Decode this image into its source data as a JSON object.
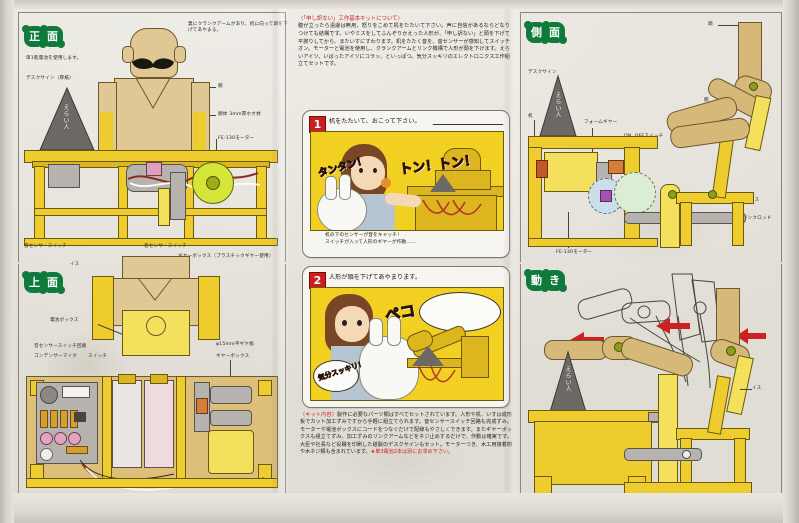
{
  "document": {
    "kind": "japanese-hobby-kit-instruction-sheet",
    "title": "「申し訳ない」工作基本キットについて"
  },
  "sections": {
    "front": {
      "badge": "正面",
      "chars": [
        "正",
        "面"
      ]
    },
    "top": {
      "badge": "上面",
      "chars": [
        "上",
        "面"
      ]
    },
    "side": {
      "badge": "側面",
      "chars": [
        "側",
        "面"
      ]
    },
    "motion": {
      "badge": "動き",
      "chars": [
        "動",
        "き"
      ]
    }
  },
  "intro": {
    "heading": "〈「申し訳ない」工作基本キットについて〉",
    "body": "腹が立ったら遠慮は無用、怒りをこめて机をたたいて下さい。声に自信があるならどなりつけても結構です。いやミスをしてふんぞりかえった人形が、「申し訳ない」と頭を下げて平謝りしてから、またいすにすわります。机をたたく音を、音センサーが感知してスイッチオン。モーターと電池を使用し、クランクアームとリンク機構で人形が頭を下げます。えらいアイツ、いばったアイツにコラッ、といっぱつ。気分スッキリのエレクトロニクス工作組立てセットです。"
  },
  "steps": [
    {
      "number": "1",
      "title": "机をたたいて、おこって下さい。",
      "caption": "机の下のセンサーが音をキャッチ！\nスイッチが入って人形のギヤーが作動……",
      "sfx": [
        "タンタン！",
        "トン！トン！"
      ]
    },
    {
      "number": "2",
      "title": "人形が頭を下げてあやまります。",
      "caption": "",
      "sfx": [
        "ペコ",
        "気分スッキリ！"
      ],
      "bubble_text": ""
    }
  ],
  "kit_note": {
    "tag": "〔キット内容〕",
    "body": "製作に必要なパーツ類はすべてセットされています。人形や机、いすは成形板でカット加工ずみですから手軽に組立てられます。音センサースイッチ回路も完成ずみ。モーターや電池ボックスにコードをつなぐだけで配線もやさしくできます。またギヤーボックスも組立てずみ。加工ずみのリンクアームなどをネジ止めするだけで、作動は確実です。大臣や社長など役職を印刷した紙製のデスクサインもセット。モーターつき、木工用接着剤や木ネジ類も含まれています。",
    "warning": "★単3電池2本は別にお求め下さい。"
  },
  "labels": {
    "front": [
      "単1乾電池を使用します。",
      "デスクサイン（厚紙）",
      "裏にクランクアームがあり、机に向って頭を下げてあやまる。",
      "腕",
      "胴体 3mm厚ホオ材",
      "FE-130モーター",
      "音センサースイッチ",
      "ギヤーボックス（プラスチックギヤー使用）",
      "イス"
    ],
    "top": [
      "電池ボックス",
      "音センサースイッチ回路",
      "コンデンサーマイク",
      "スイッチ",
      "φ15mm平ギヤ板",
      "ギヤーボックス"
    ],
    "side": [
      "デスクサイン",
      "頭",
      "机",
      "腕",
      "フォームギヤー",
      "ON, OFFスイッチ",
      "イス",
      "クランクロッド",
      "FE-130モーター"
    ],
    "motion": [
      "イス",
      "えらい人"
    ],
    "nameplate": "えらい人"
  },
  "colors": {
    "badge_green": "#0e7b3c",
    "accent_red": "#cf2222",
    "wood_yellow": "#f2cf2e",
    "plywood_tan": "#d9bc7b",
    "panel_bg": "#f5d322",
    "paper": "#eae7e0",
    "metal_grey": "#b9b6b2"
  }
}
